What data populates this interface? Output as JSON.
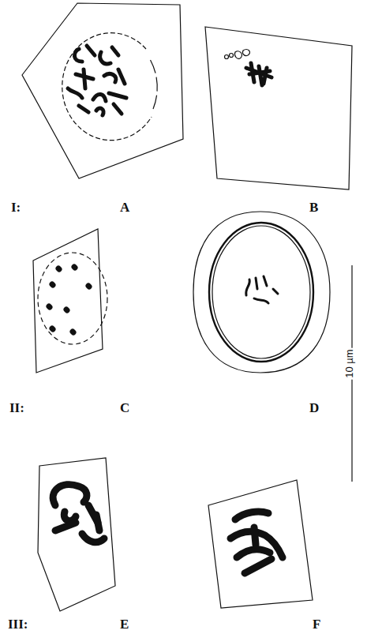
{
  "diagram": {
    "labels": [
      "I:",
      "A",
      "B",
      "II:",
      "C",
      "D",
      "III:",
      "E",
      "F",
      "10 µm"
    ]
  }
}
